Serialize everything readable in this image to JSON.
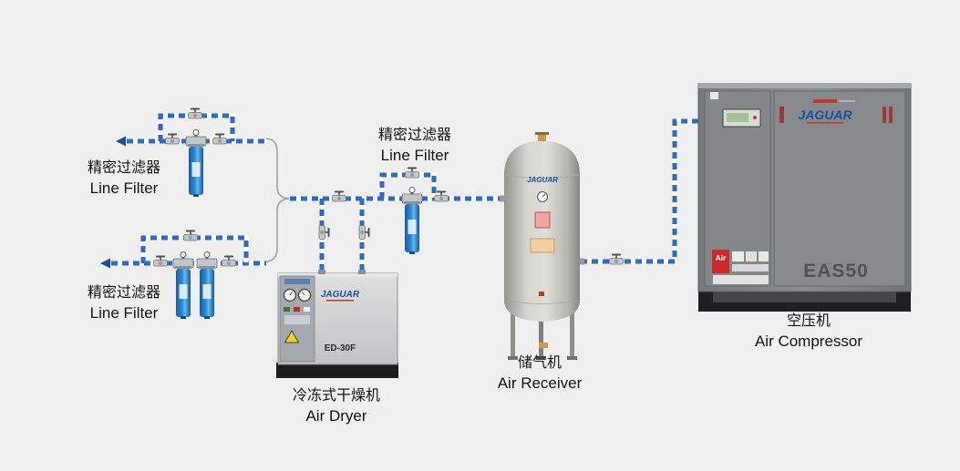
{
  "colors": {
    "background": "#efefef",
    "pipe": "#2e6bc4",
    "filter": "#2b8ad4",
    "logo": "#1c4f9f"
  },
  "diagram": {
    "compressor": {
      "label_zh": "空压机",
      "label_en": "Air Compressor",
      "brand": "JAGUAR",
      "model": "EAS50",
      "badge": "Air"
    },
    "receiver": {
      "label_zh": "储气机",
      "label_en": "Air Receiver",
      "brand": "JAGUAR"
    },
    "dryer": {
      "label_zh": "冷冻式干燥机",
      "label_en": "Air Dryer",
      "brand": "JAGUAR",
      "model": "ED-30F"
    },
    "filter_center": {
      "label_zh": "精密过滤器",
      "label_en": "Line Filter"
    },
    "filter_top_left": {
      "label_zh": "精密过滤器",
      "label_en": "Line Filter"
    },
    "filter_bottom_left": {
      "label_zh": "精密过滤器",
      "label_en": "Line Filter"
    }
  }
}
